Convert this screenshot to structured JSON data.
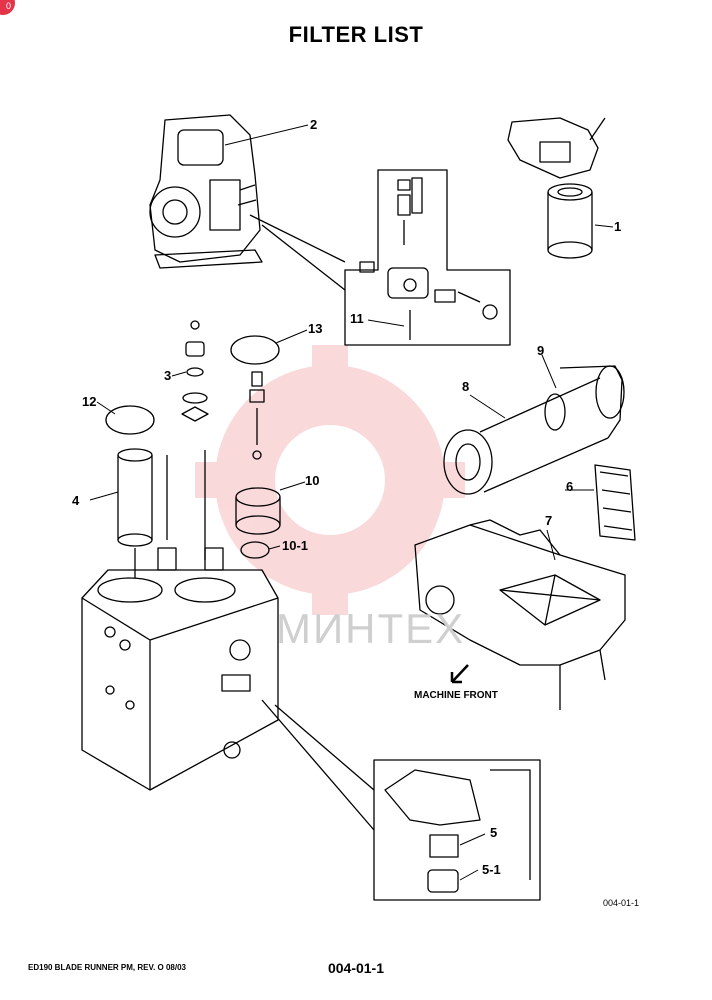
{
  "document": {
    "title": "FILTER LIST",
    "figure_code": "004-01-1",
    "footer_left": "ED190 BLADE RUNNER PM, REV. O 08/03",
    "page_number": "004-01-1",
    "direction_label": "MACHINE FRONT",
    "corner_badge": "0"
  },
  "callouts": [
    "1",
    "2",
    "3",
    "4",
    "5",
    "5-1",
    "6",
    "7",
    "8",
    "9",
    "10",
    "10-1",
    "11",
    "12",
    "13"
  ],
  "watermark": {
    "text": "МИНТЕХ",
    "color": "#e8323c"
  }
}
